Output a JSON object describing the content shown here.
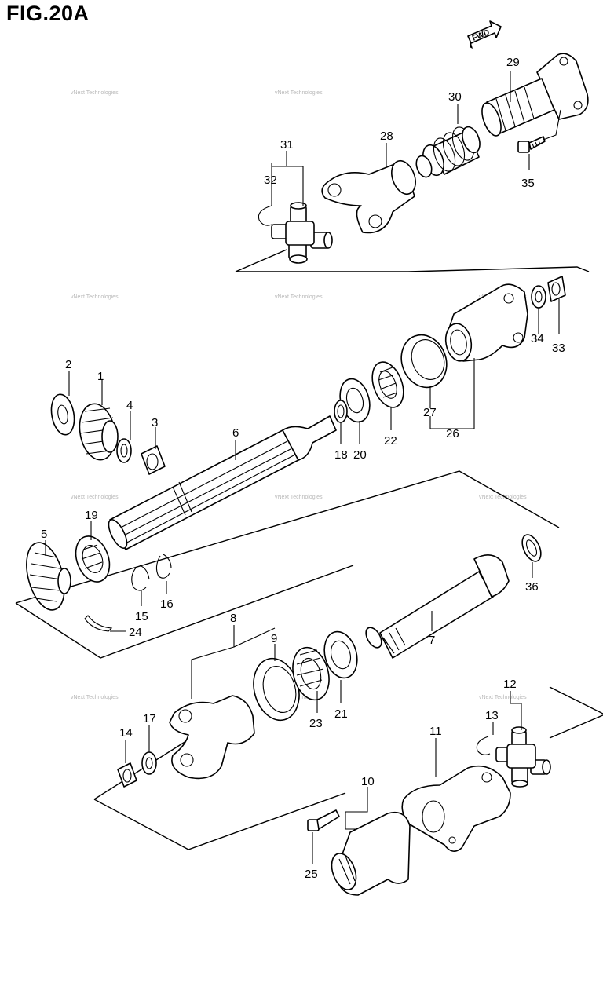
{
  "figure": {
    "title": "FIG.20A"
  },
  "direction_indicator": {
    "label": "FWD"
  },
  "watermark": {
    "text": "vNext Technologies"
  },
  "callouts": [
    "1",
    "2",
    "3",
    "4",
    "5",
    "6",
    "7",
    "8",
    "9",
    "10",
    "11",
    "12",
    "13",
    "14",
    "15",
    "16",
    "17",
    "18",
    "19",
    "20",
    "21",
    "22",
    "23",
    "24",
    "25",
    "26",
    "27",
    "28",
    "29",
    "30",
    "31",
    "32",
    "33",
    "34",
    "35",
    "36"
  ]
}
